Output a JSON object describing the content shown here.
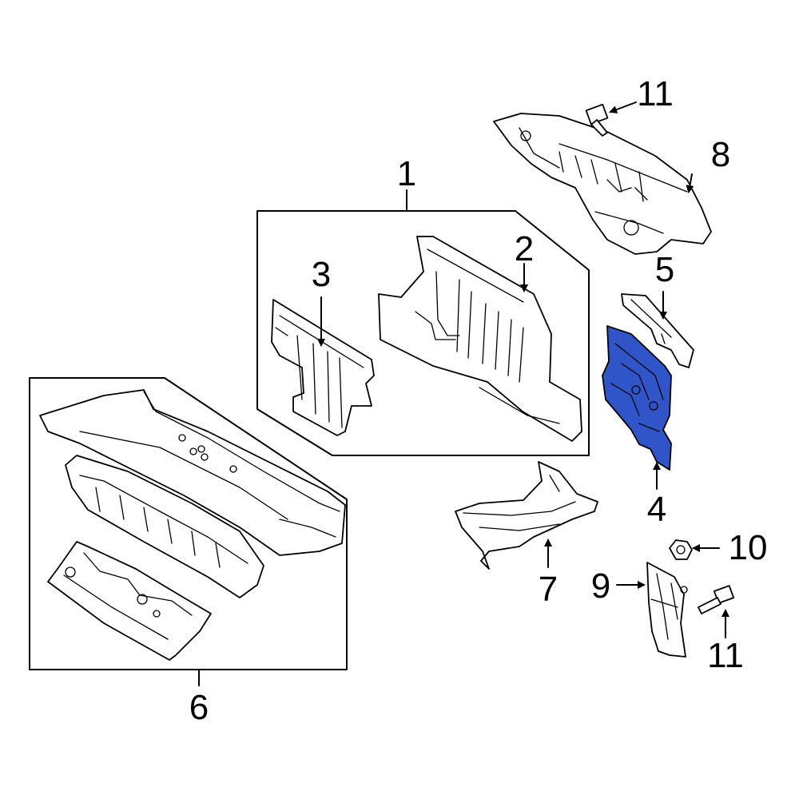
{
  "colors": {
    "highlight": "#2f55c8",
    "line": "#000000",
    "background": "#ffffff"
  },
  "callouts": {
    "c1": "1",
    "c2": "2",
    "c3": "3",
    "c4": "4",
    "c5": "5",
    "c6": "6",
    "c7": "7",
    "c8": "8",
    "c9": "9",
    "c10": "10",
    "c11_top": "11",
    "c11_bottom": "11"
  },
  "highlighted_part": "4"
}
